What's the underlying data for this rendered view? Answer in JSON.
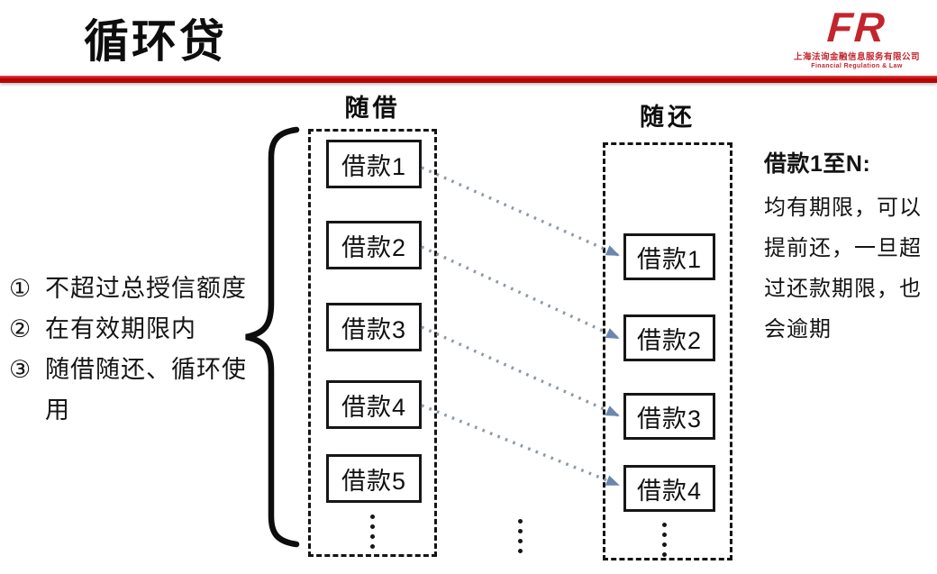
{
  "header": {
    "title": "循环贷",
    "divider_color": "#c00000",
    "logo": {
      "monogram": "FR",
      "company": "上海法询金融信息服务有限公司",
      "tagline": "Financial Regulation & Law",
      "color": "#c2252e"
    }
  },
  "key_points": {
    "items": [
      {
        "marker": "①",
        "text": "不超过总授信额度"
      },
      {
        "marker": "②",
        "text": "在有效期限内"
      },
      {
        "marker": "③",
        "text": "随借随还、循环使用"
      }
    ]
  },
  "diagram": {
    "borrow_column": {
      "label": "随借",
      "items": [
        "借款1",
        "借款2",
        "借款3",
        "借款4",
        "借款5"
      ]
    },
    "repay_column": {
      "label": "随还",
      "items": [
        "借款1",
        "借款2",
        "借款3",
        "借款4"
      ]
    },
    "arrow_head_color": "#6b87ad",
    "arrow_dot_color": "#8e99a6",
    "ellipsis_icon": "⋮"
  },
  "note": {
    "heading": "借款1至N:",
    "body": "均有期限，可以提前还，一旦超过还款期限，也会逾期"
  }
}
